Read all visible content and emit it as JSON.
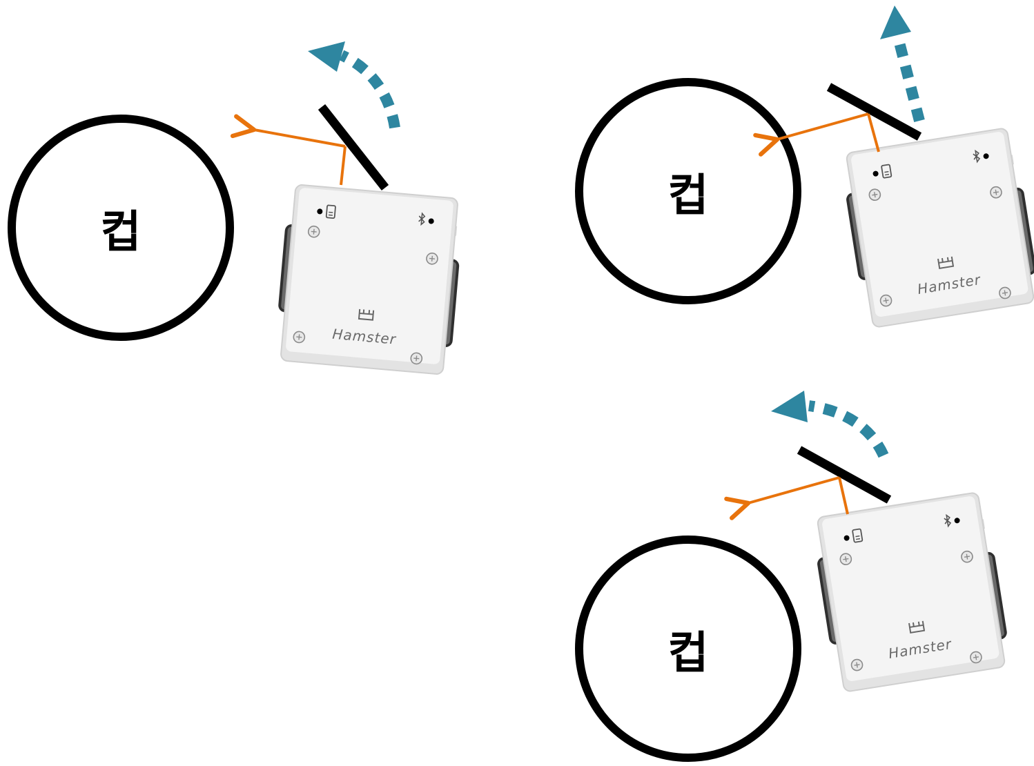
{
  "scenes": [
    {
      "cup_label": "컵",
      "robot_brand": "Hamster",
      "turn": "left-curve"
    },
    {
      "cup_label": "컵",
      "robot_brand": "Hamster",
      "turn": "straight"
    },
    {
      "cup_label": "컵",
      "robot_brand": "Hamster",
      "turn": "left-curve"
    }
  ],
  "colors": {
    "cup_outline": "#000000",
    "sensor_arrow": "#E8730C",
    "motion_arrow": "#2E86A0",
    "robot_body": "#F2F2F2",
    "robot_edge": "#C8C8C8",
    "wheel": "#3A3A3A"
  }
}
